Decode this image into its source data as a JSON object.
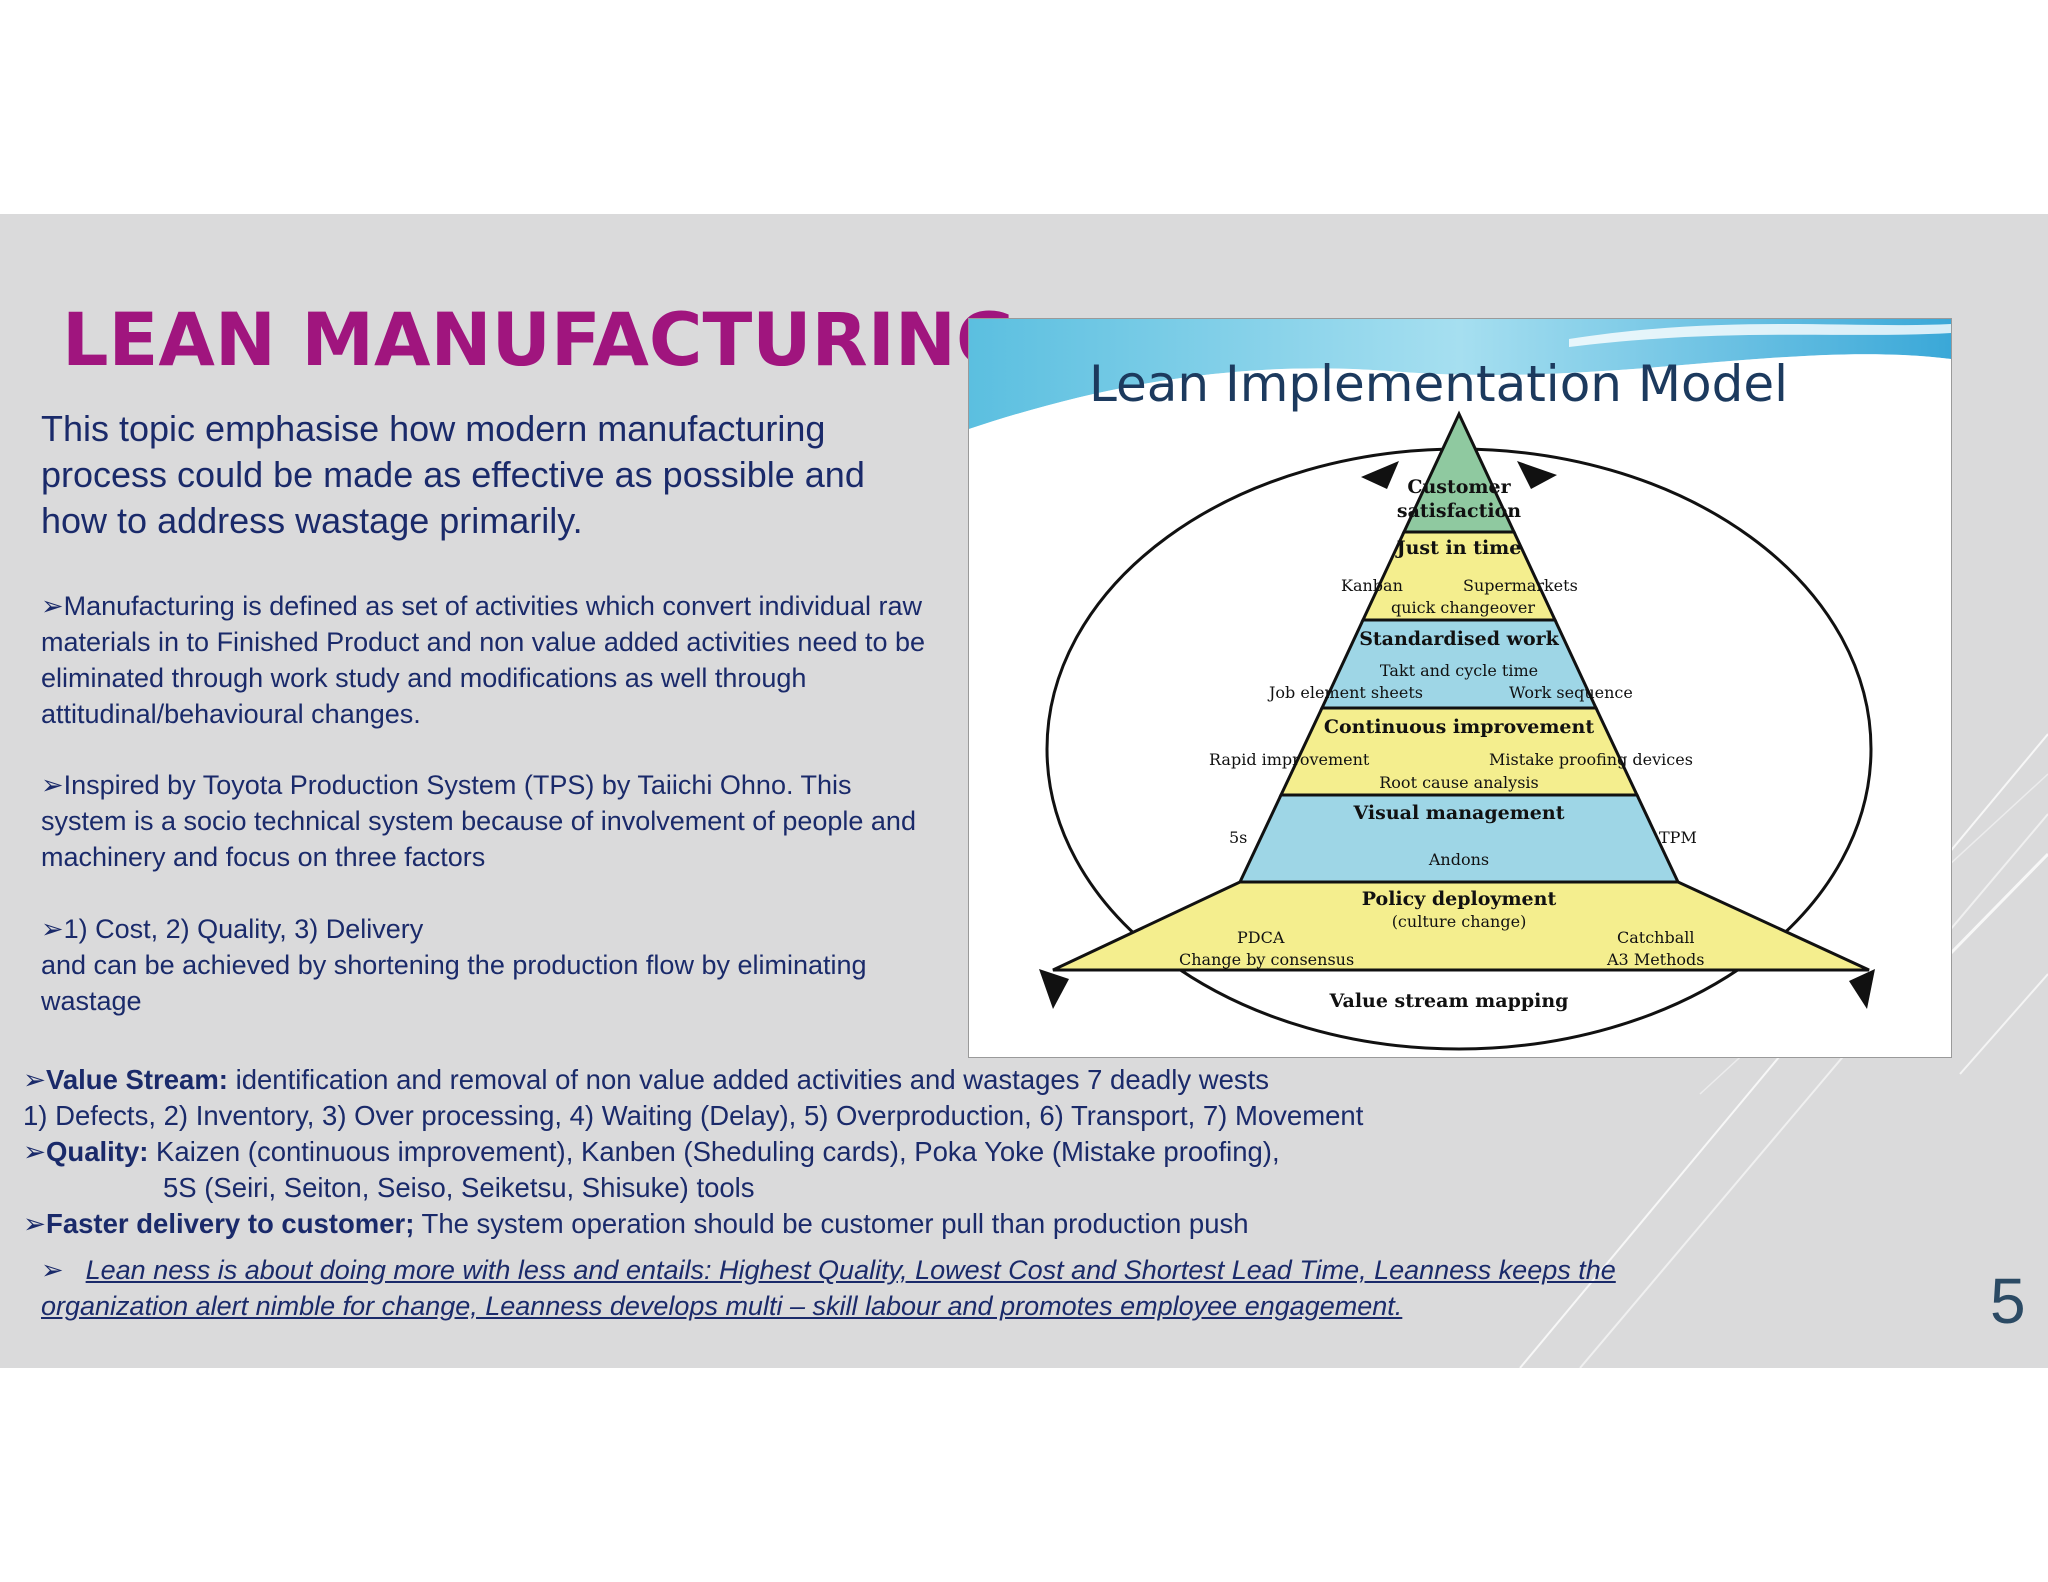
{
  "slide": {
    "title": "LEAN MANUFACTURING",
    "intro": "This topic emphasise how modern manufacturing process could be made as effective as possible and how to address wastage primarily.",
    "bullet_glyph": "➢",
    "para1": "Manufacturing is defined as set of activities which convert individual raw materials in to Finished Product and non value added activities need to be eliminated through work study and modifications as well through attitudinal/behavioural changes.",
    "para2": "Inspired by Toyota Production System (TPS) by Taiichi Ohno. This system is a socio technical system because of involvement of people and machinery and focus on three factors",
    "para3_head": "1) Cost, 2) Quality, 3) Delivery",
    "para3_body": "and can be achieved by shortening the production flow by eliminating wastage",
    "value_stream_label": "Value Stream:",
    "value_stream_text": " identification and removal of non value added activities and wastages 7 deadly wests",
    "wastes_line": "1) Defects, 2) Inventory, 3) Over processing, 4) Waiting (Delay), 5) Overproduction, 6) Transport, 7) Movement",
    "quality_label": "Quality:",
    "quality_text": " Kaizen (continuous improvement), Kanben (Sheduling cards), Poka Yoke (Mistake proofing),",
    "quality_line2": "5S (Seiri, Seiton, Seiso, Seiketsu, Shisuke) tools",
    "delivery_label": "Faster delivery to customer;",
    "delivery_text": " The system operation should be customer pull than production push",
    "lean_note": "Lean ness is about doing more with less and entails: Highest Quality, Lowest Cost and Shortest Lead Time, Leanness keeps the organization alert nimble for change, Leanness develops multi – skill labour and promotes employee engagement.",
    "page_number": "5"
  },
  "figure": {
    "title": "Lean Implementation Model",
    "colors": {
      "green": "#8fc9a0",
      "yellow": "#f4ee8e",
      "blue": "#9ed6e6",
      "title": "#1c3a5e",
      "accent": "#a0157e"
    },
    "levels": [
      {
        "name": "Customer satisfaction",
        "line1": "Customer",
        "line2": "satisfaction"
      },
      {
        "name": "Just in time",
        "items": [
          "Kanban",
          "Supermarkets",
          "quick changeover"
        ]
      },
      {
        "name": "Standardised work",
        "items": [
          "Takt and cycle time",
          "Job element sheets",
          "Work sequence"
        ]
      },
      {
        "name": "Continuous improvement",
        "items": [
          "Rapid improvement",
          "Mistake proofing devices",
          "Root cause analysis"
        ]
      },
      {
        "name": "Visual management",
        "items": [
          "5s",
          "TPM",
          "Andons"
        ]
      },
      {
        "name": "Policy deployment",
        "items": [
          "(culture change)",
          "PDCA",
          "Catchball",
          "Change by consensus",
          "A3 Methods"
        ]
      }
    ],
    "base_label": "Value stream mapping"
  }
}
